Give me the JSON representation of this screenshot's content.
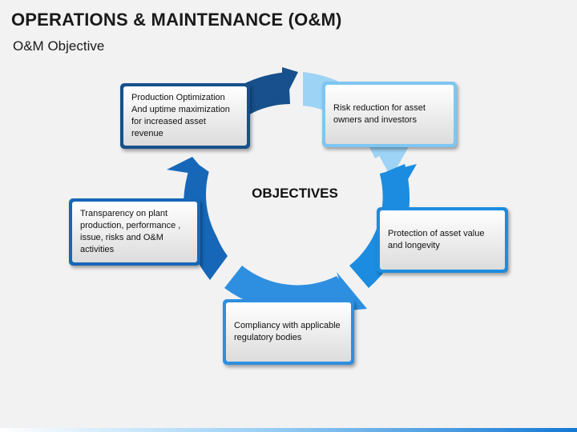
{
  "title": "OPERATIONS & MAINTENANCE (O&M)",
  "subtitle": "O&M Objective",
  "center": "OBJECTIVES",
  "items": [
    {
      "lines": [
        "Production Optimization",
        "And uptime maximization",
        "for increased asset revenue"
      ]
    },
    {
      "lines": [
        "Risk reduction for asset",
        "owners and investors"
      ]
    },
    {
      "lines": [
        "Protection of asset value",
        "and longevity"
      ]
    },
    {
      "lines": [
        "Compliancy with applicable",
        "regulatory bodies"
      ]
    },
    {
      "lines": [
        "Transparency on plant",
        "production, performance ,",
        "issue, risks and O&M",
        "activities"
      ]
    }
  ],
  "colors": {
    "dark_blue": "#17508c",
    "light_blue": "#7ec6f2",
    "medium_blue": "#1c8ce0",
    "blue": "#2e8fe0"
  }
}
